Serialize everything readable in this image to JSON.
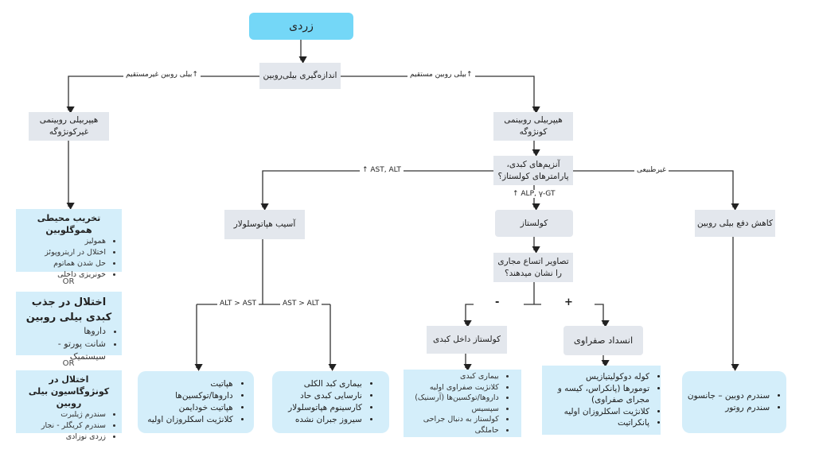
{
  "start": "زردی",
  "measure": "اندازه‌گیری بیلی‌روبین",
  "edge_indirect": "↑بیلی روبین غیرمستقیم",
  "edge_direct": "↑بیلی روبین مستقیم",
  "unconjugated": "هیپربیلی روبینمی غیرکونژوگه",
  "conjugated": "هیپربیلی روبینمی کونژوگه",
  "enzymes": "آنزیم‌های کبدی، پارامترهای کولستاز؟",
  "edge_ast_alt": "↑ AST, ALT",
  "edge_alp": "↑ ALP, γ-GT",
  "edge_abnormal": "غیرطبیعی",
  "hepatocellular": "آسیب هپاتوسلولار",
  "edge_alt_gt_ast": "ALT > AST",
  "edge_ast_gt_alt": "AST > ALT",
  "cholestasis": "کولستاز",
  "imaging": "تصاویر اتساع مجاری را نشان میدهند؟",
  "minus": "-",
  "plus": "+",
  "intrahepatic": "کولستاز داخل کبدی",
  "biliary_obstruction": "انسداد صفراوی",
  "reduced_excretion": "کاهش دفع بیلی روبین",
  "or_label": "OR",
  "hemoglobin": {
    "title": "تخریب محیطی هموگلوبین",
    "items": [
      "همولیز",
      "اختلال در اریتروپوئز",
      "حل شدن هماتوم",
      "خونریزی داخلی"
    ]
  },
  "uptake": {
    "title": "اختلال در جذب کبدی بیلی روبین",
    "items": [
      "داروها",
      "شانت پورتو - سیستمیک"
    ]
  },
  "conjugation": {
    "title": "اختلال در کونژوگاسیون بیلی روبین",
    "items": [
      "سندرم ژیلبرت",
      "سندرم کریگلر - نجار",
      "زردی نوزادی"
    ]
  },
  "alt_causes": [
    "هپاتیت",
    "داروها/توکسین‌ها",
    "هپاتیت خودایمن",
    "کلانژیت اسکلروزان اولیه"
  ],
  "ast_causes": [
    "بیماری کبد الکلی",
    "نارسایی کبدی حاد",
    "کارسینوم هپاتوسلولار",
    "سیروز جبران نشده"
  ],
  "intrahepatic_causes": [
    "بیماری کبدی",
    "کلانژیت صفراوی اولیه",
    "داروها/توکسین‌ها (آرسنیک)",
    "سپسیس",
    "کولستاز به دنبال جراحی",
    "حاملگی"
  ],
  "obstruction_causes": [
    "کوله دوکولیتیازیس",
    "تومورها (پانکراس، کیسه و مجرای صفراوی)",
    "کلانژیت اسکلروزان اولیه",
    "پانکراتیت"
  ],
  "excretion_causes": [
    "سندرم دوبین – جانسون",
    "سندرم روتور"
  ],
  "colors": {
    "start": "#74d7f7",
    "node": "#e3e7ed",
    "list": "#d4eefa",
    "line": "#333333"
  }
}
